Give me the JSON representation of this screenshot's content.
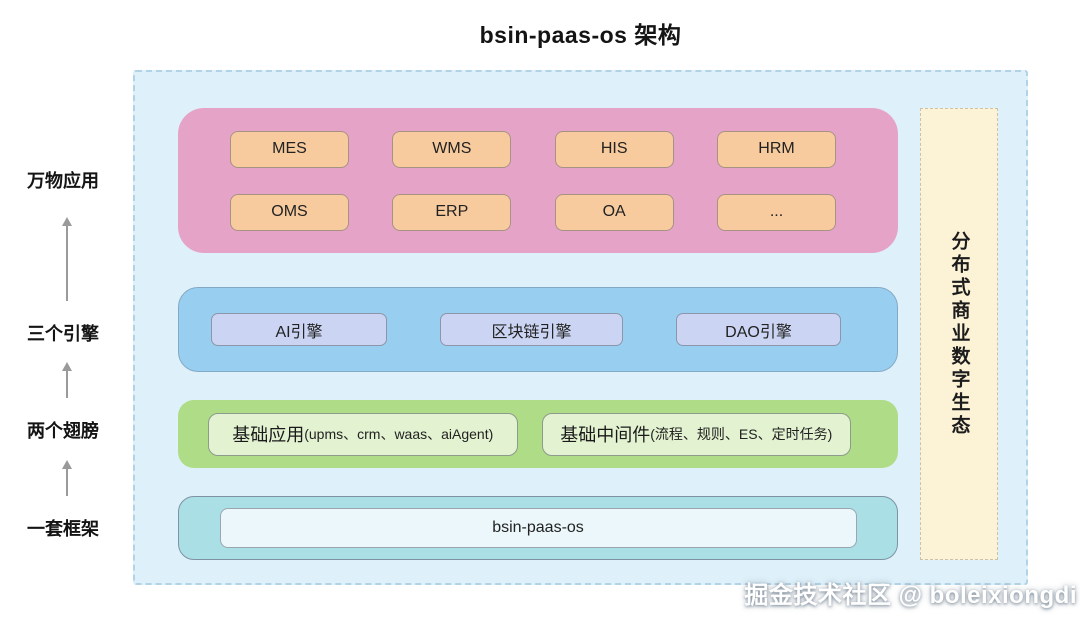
{
  "title": "bsin-paas-os 架构",
  "side_rail": {
    "labels": [
      "万物应用",
      "三个引擎",
      "两个翅膀",
      "一套框架"
    ]
  },
  "apps_layer": {
    "items": [
      "MES",
      "WMS",
      "HIS",
      "HRM",
      "OMS",
      "ERP",
      "OA",
      "..."
    ]
  },
  "engines_layer": {
    "items": [
      "AI引擎",
      "区块链引擎",
      "DAO引擎"
    ]
  },
  "wings_layer": {
    "items": [
      {
        "main": "基础应用",
        "paren": "(upms、crm、waas、aiAgent)"
      },
      {
        "main": "基础中间件",
        "paren": "(流程、规则、ES、定时任务)"
      }
    ]
  },
  "framework_layer": {
    "items": [
      "bsin-paas-os"
    ]
  },
  "right_banner": {
    "label": "分布式商业数字生态"
  },
  "watermark": {
    "label": "掘金技术社区 @ boleixiongdi"
  },
  "colors": {
    "canvas_bg": "#def0f9",
    "apps_band": "#e5a3c8",
    "apps_chip": "#f7cb9e",
    "engines_band": "#98cff0",
    "engines_chip": "#cbd4f2",
    "wings_band": "#afdc86",
    "wings_chip": "#e3f2d0",
    "framework_band": "#a9dfe5",
    "framework_chip": "#ebf7fa",
    "banner_bg": "#fcf3d7"
  }
}
